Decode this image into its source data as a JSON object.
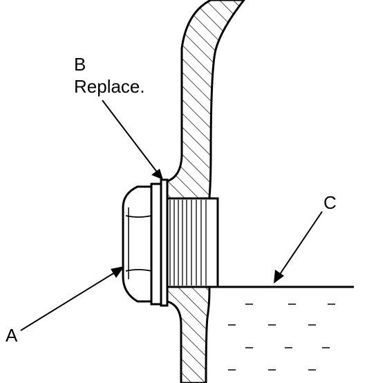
{
  "callouts": {
    "a": {
      "letter": "A"
    },
    "b": {
      "letter": "B",
      "note": "Replace."
    },
    "c": {
      "letter": "C"
    }
  }
}
